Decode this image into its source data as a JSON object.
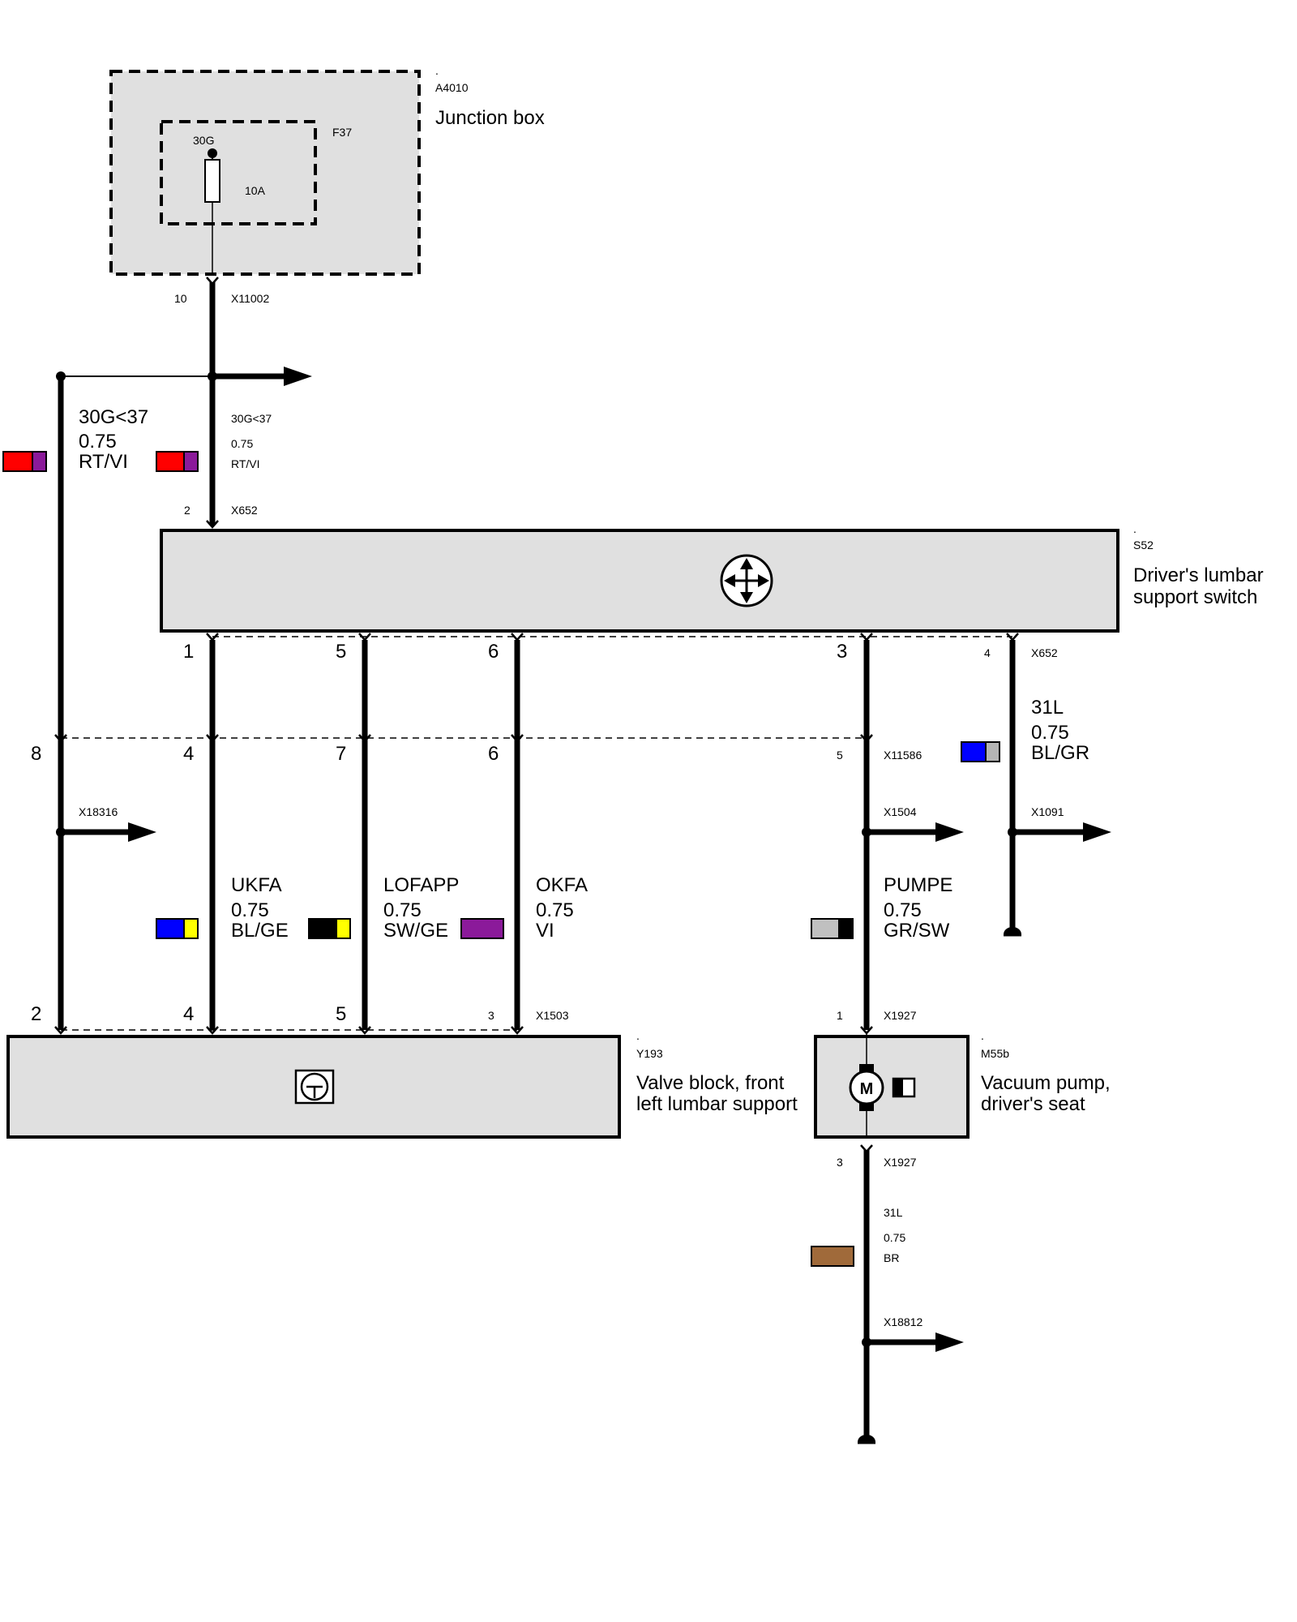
{
  "components": {
    "junction_box": {
      "tag": ".",
      "id": "A4010",
      "name": "Junction box",
      "fuse_id": "F37",
      "fuse_terminal": "30G",
      "fuse_rating": "10A"
    },
    "lumbar_switch": {
      "tag": ".",
      "id": "S52",
      "name_line1": "Driver's lumbar",
      "name_line2": "support switch"
    },
    "valve_block": {
      "tag": ".",
      "id": "Y193",
      "name_line1": "Valve block, front",
      "name_line2": "left lumbar support"
    },
    "vacuum_pump": {
      "tag": ".",
      "id": "M55b",
      "name_line1": "Vacuum pump,",
      "name_line2": "driver's seat",
      "motor_label": "M"
    }
  },
  "connectors": {
    "x11002": {
      "label": "X11002",
      "pin": "10"
    },
    "x652_top": {
      "label": "X652",
      "pin": "2"
    },
    "x652_right": {
      "label": "X652",
      "pin": "4"
    },
    "x11586": {
      "label": "X11586",
      "pin": "5"
    },
    "x18316": {
      "label": "X18316"
    },
    "x1504": {
      "label": "X1504"
    },
    "x1091": {
      "label": "X1091"
    },
    "x1503": {
      "label": "X1503",
      "pin": "3"
    },
    "x1927_top": {
      "label": "X1927",
      "pin": "1"
    },
    "x1927_bottom": {
      "label": "X1927",
      "pin": "3"
    },
    "x18812": {
      "label": "X18812"
    }
  },
  "pins": {
    "s52_bottom": [
      "1",
      "5",
      "6",
      "3"
    ],
    "x11586_row": [
      "8",
      "4",
      "7",
      "6"
    ],
    "y193_top": [
      "2",
      "4",
      "5"
    ]
  },
  "wires": {
    "w_30g_left": {
      "signal": "30G<37",
      "gauge": "0.75",
      "color": "RT/VI",
      "c1": "#ff0000",
      "c2": "#8b1a9a"
    },
    "w_30g_mid": {
      "signal": "30G<37",
      "gauge": "0.75",
      "color": "RT/VI",
      "c1": "#ff0000",
      "c2": "#8b1a9a"
    },
    "w_31l_switch": {
      "signal": "31L",
      "gauge": "0.75",
      "color": "BL/GR",
      "c1": "#0000ff",
      "c2": "#b4b4b4"
    },
    "w_ukfa": {
      "signal": "UKFA",
      "gauge": "0.75",
      "color": "BL/GE",
      "c1": "#0000ff",
      "c2": "#ffff00"
    },
    "w_lofapp": {
      "signal": "LOFAPP",
      "gauge": "0.75",
      "color": "SW/GE",
      "c1": "#000000",
      "c2": "#ffff00"
    },
    "w_okfa": {
      "signal": "OKFA",
      "gauge": "0.75",
      "color": "VI",
      "c1": "#8b1a9a"
    },
    "w_pumpe": {
      "signal": "PUMPE",
      "gauge": "0.75",
      "color": "GR/SW",
      "c1": "#c0c0c0",
      "c2": "#000000"
    },
    "w_31l_pump": {
      "signal": "31L",
      "gauge": "0.75",
      "color": "BR",
      "c1": "#a06a3a"
    }
  }
}
